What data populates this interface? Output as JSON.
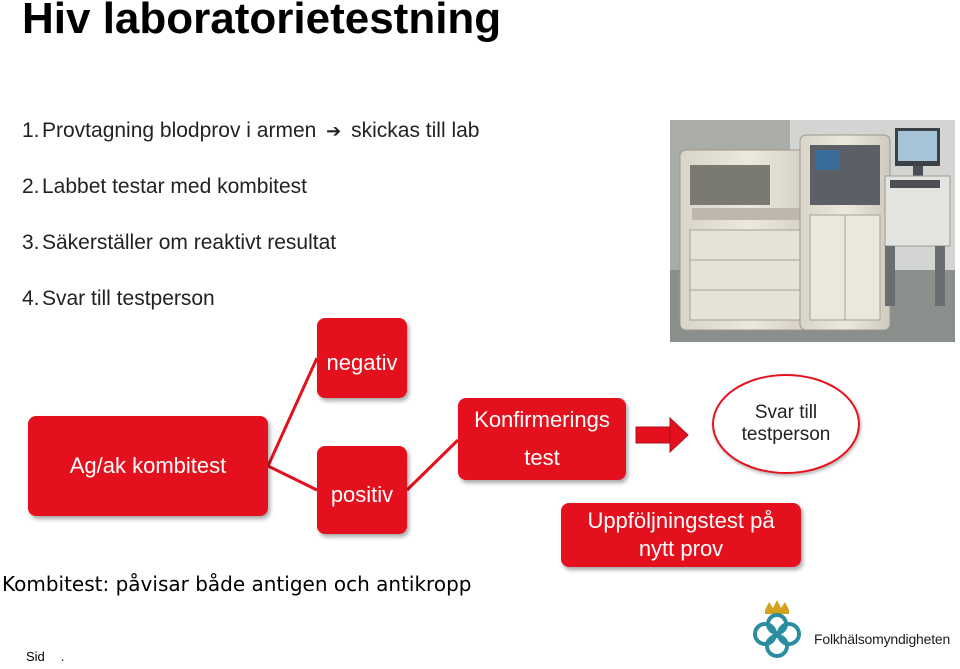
{
  "title": "Hiv laboratorietestning",
  "steps": [
    {
      "num": "1.",
      "text_before": "Provtagning blodprov i armen",
      "arrow": "➔",
      "text_after": "skickas till lab"
    },
    {
      "num": "2.",
      "text": "Labbet testar med kombitest"
    },
    {
      "num": "3.",
      "text": "Säkerställer om reaktivt resultat"
    },
    {
      "num": "4.",
      "text": "Svar till testperson"
    }
  ],
  "flow": {
    "ag_label": "Ag/ak kombitest",
    "negativ_label": "negativ",
    "positiv_label": "positiv",
    "konf_line1": "Konfirmerings",
    "konf_line2": "test",
    "svar_line1": "Svar till",
    "svar_line2": "testperson",
    "uppf_line1": "Uppföljningstest på",
    "uppf_line2": "nytt prov"
  },
  "footnote": "Kombitest: påvisar både antigen och antikropp",
  "slide_label": "Sid",
  "slide_number": ".",
  "logo": {
    "text": "Folkhälsomyndigheten"
  },
  "colors": {
    "accent_red": "#e4101d",
    "logo_teal": "#2b8ea0",
    "logo_gold": "#d4a21c"
  },
  "image": {
    "description_icon": "lab-analyzer-photo"
  }
}
